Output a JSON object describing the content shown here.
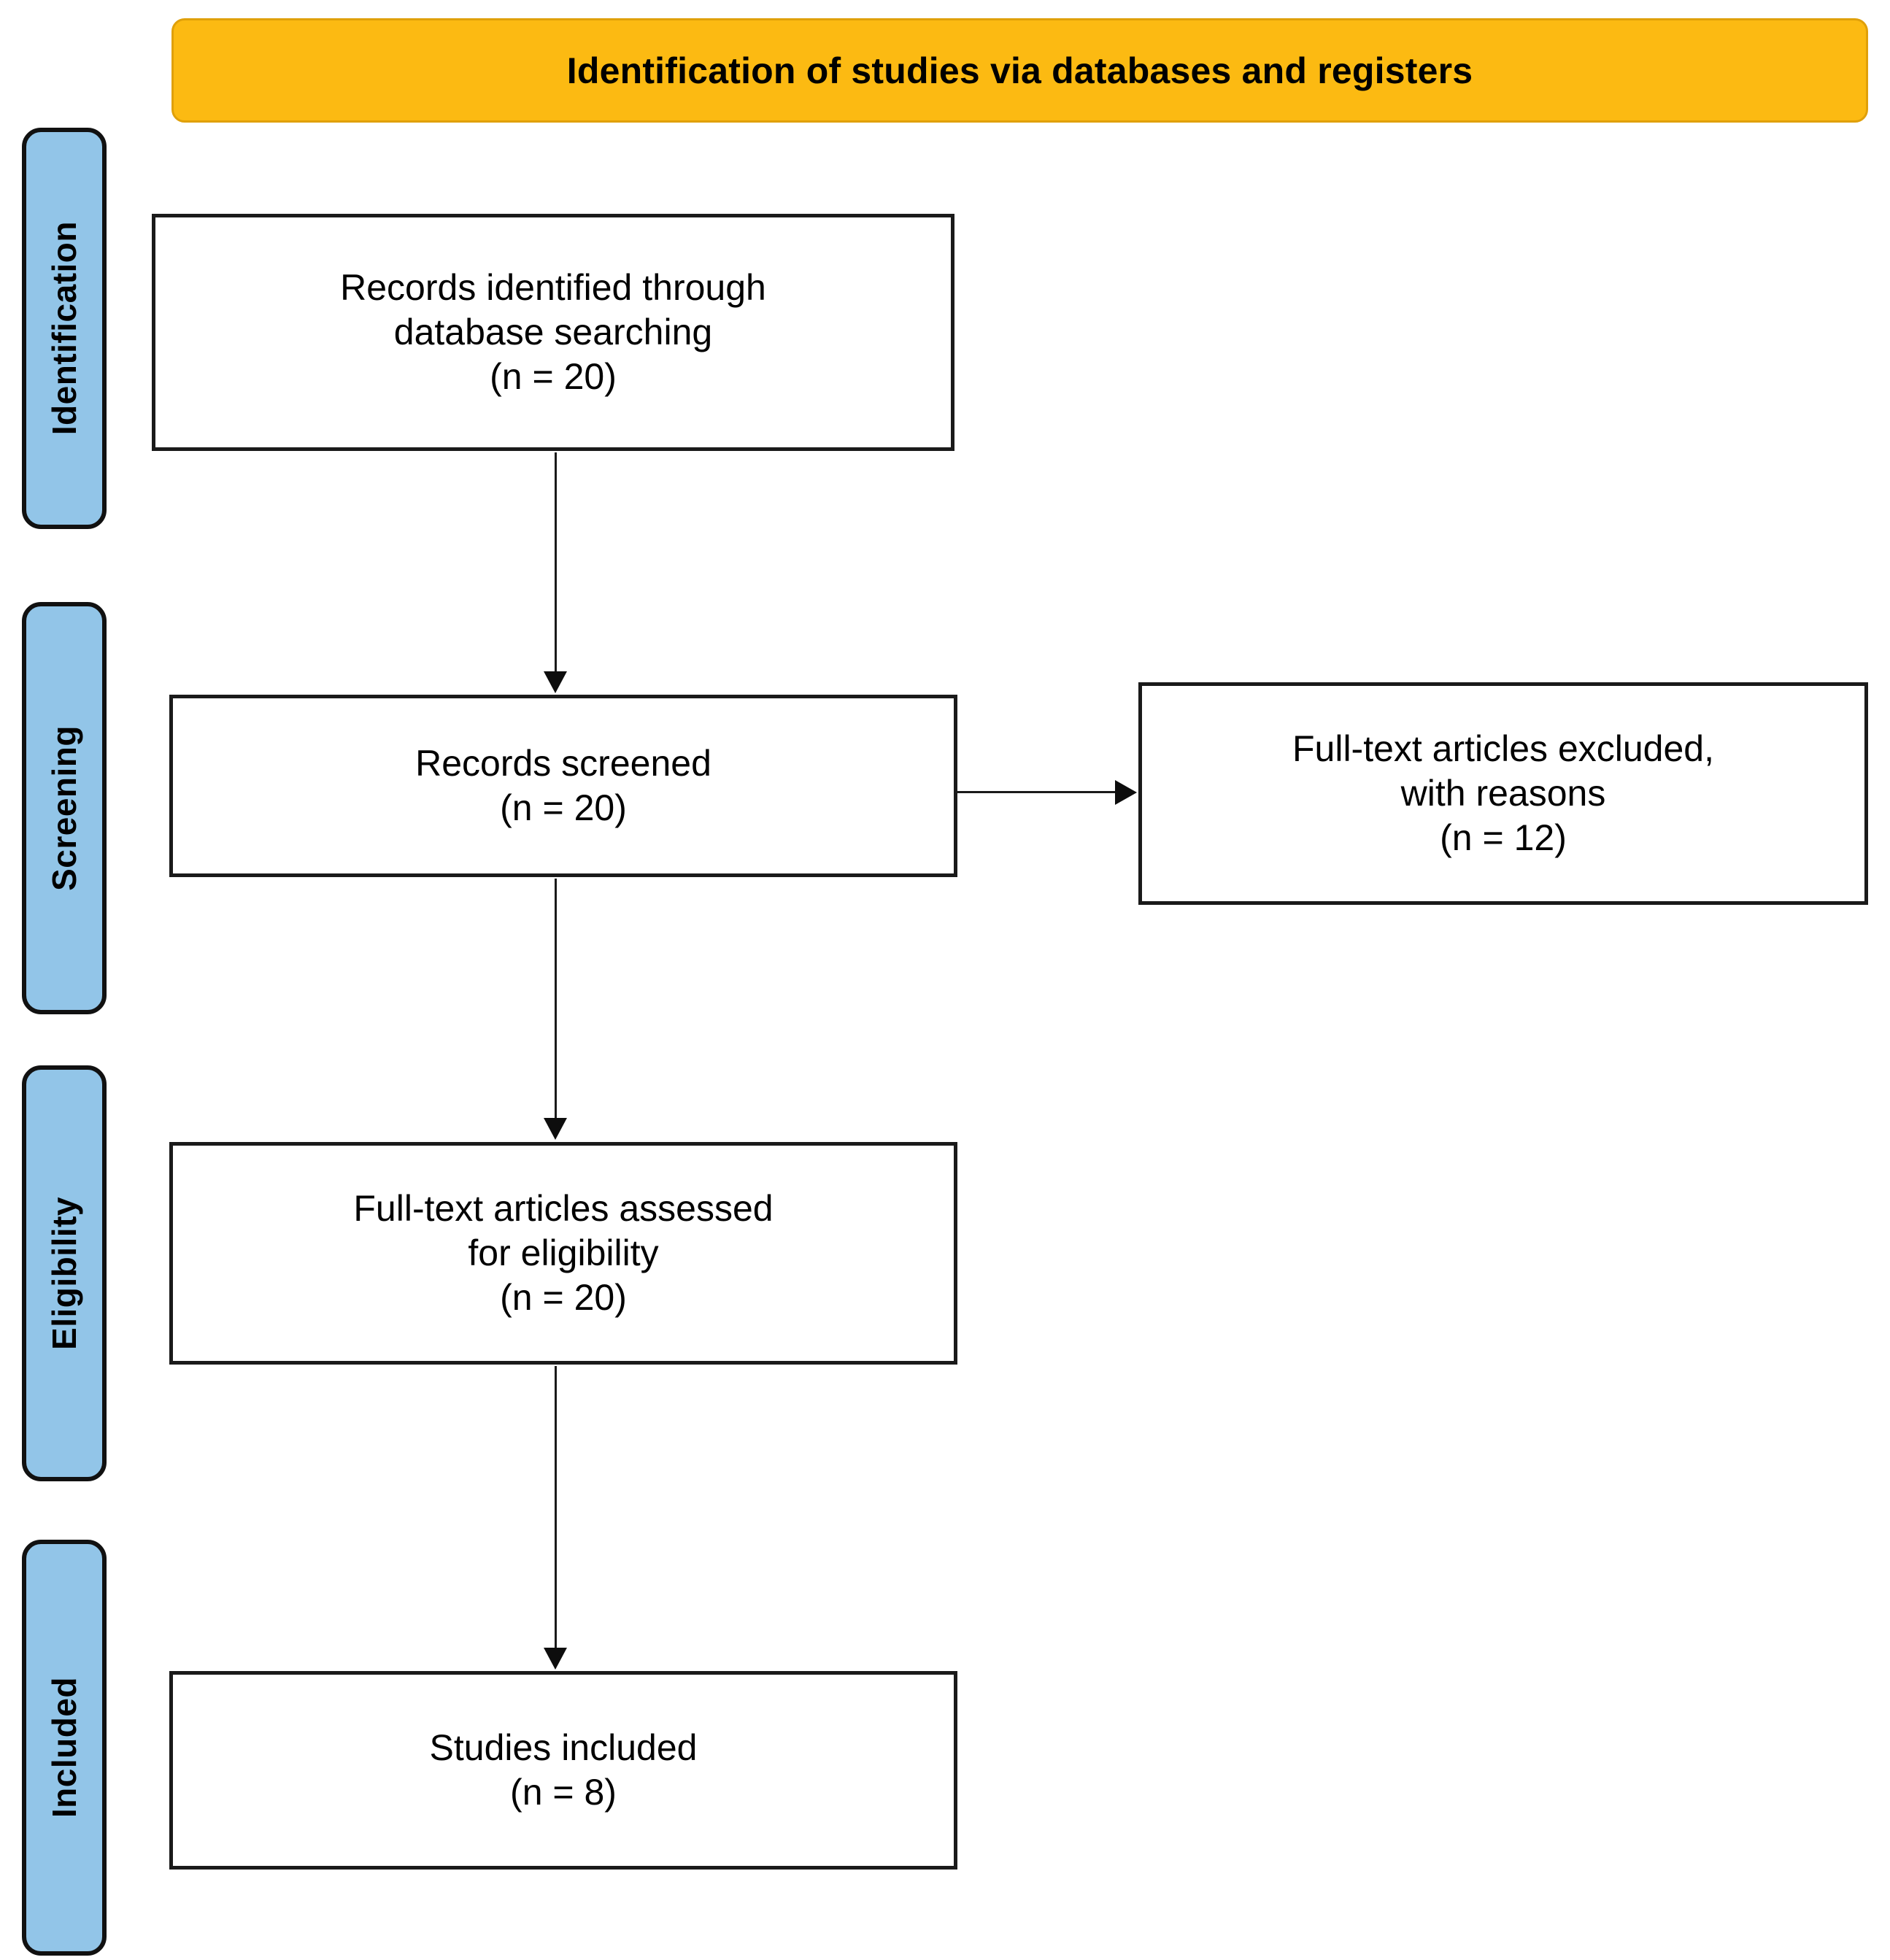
{
  "banner": {
    "title": "Identification of studies via databases and registers",
    "color": "#FCBA12"
  },
  "phases": [
    {
      "label": "Identification"
    },
    {
      "label": "Screening"
    },
    {
      "label": "Eligibility"
    },
    {
      "label": "Included"
    }
  ],
  "nodes": {
    "identified": {
      "line1": "Records identified through",
      "line2": "database searching",
      "line3": "(n = 20)",
      "count": 20
    },
    "screened": {
      "line1": "Records screened",
      "line2": "(n = 20)",
      "count": 20
    },
    "excluded": {
      "line1": "Full-text articles excluded,",
      "line2": "with reasons",
      "line3": "(n = 12)",
      "count": 12
    },
    "assessed": {
      "line1": "Full-text articles assessed",
      "line2": "for eligibility",
      "line3": "(n = 20)",
      "count": 20
    },
    "included": {
      "line1": "Studies included",
      "line2": "(n = 8)",
      "count": 8
    }
  },
  "colors": {
    "banner_fill": "#FCBA12",
    "phase_fill": "#92C5E8",
    "box_border": "#1a1a1a",
    "text": "#000000"
  }
}
